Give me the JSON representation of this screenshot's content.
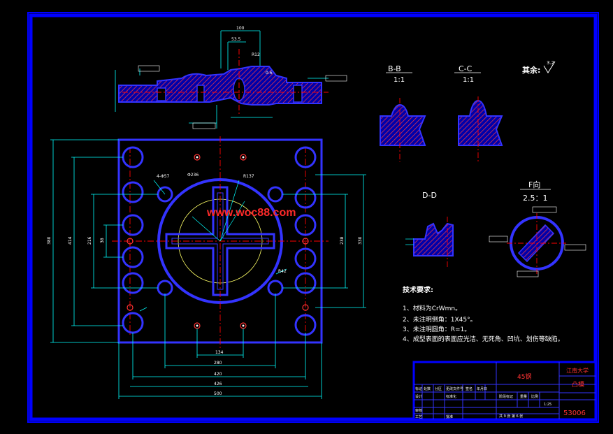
{
  "watermark": "www.woc88.com",
  "views": {
    "bb": {
      "name": "B-B",
      "scale": "1:1"
    },
    "cc": {
      "name": "C-C",
      "scale": "1:1"
    },
    "dd": {
      "name": "D-D"
    },
    "f": {
      "name": "F向",
      "scale": "2.5：1"
    }
  },
  "roughness": {
    "label": "其余:",
    "value": "3.2"
  },
  "tech": {
    "title": "技术要求:",
    "items": [
      "1、材料为CrWmn。",
      "2、未注明倒角：1X45°。",
      "3、未注明圆角：R=1。",
      "4、成型表面的表面应光洁、无死角、凹坑、划伤等缺陷。"
    ]
  },
  "dims": {
    "bottom": [
      "134",
      "280",
      "420",
      "426",
      "500"
    ],
    "left": [
      "380",
      "414",
      "216",
      "38"
    ],
    "right": [
      "238",
      "330"
    ],
    "top": [
      "100",
      "53.5",
      "0.6",
      "R12"
    ],
    "circle": [
      "Φ236",
      "R137",
      "4-Φ57",
      "R42"
    ]
  },
  "title_block": {
    "material": "45钢",
    "school": "江南大学",
    "part": "凸模",
    "code": "53006",
    "scale": "1:25",
    "sheet": "共 9 张 第 6 张",
    "cells": [
      "标记",
      "处数",
      "分区",
      "更改文件号",
      "签名",
      "年月日",
      "设计",
      "审核",
      "工艺",
      "批准",
      "标准化",
      "阶段标记",
      "重量",
      "比例"
    ]
  },
  "colors": {
    "frame": "#0000ff",
    "outline": "#3333ff",
    "dimension": "#00ffff",
    "center": "#ff0000",
    "hatch": "#ff3b3b",
    "text": "#ffffff",
    "detail": "#ffff33"
  }
}
